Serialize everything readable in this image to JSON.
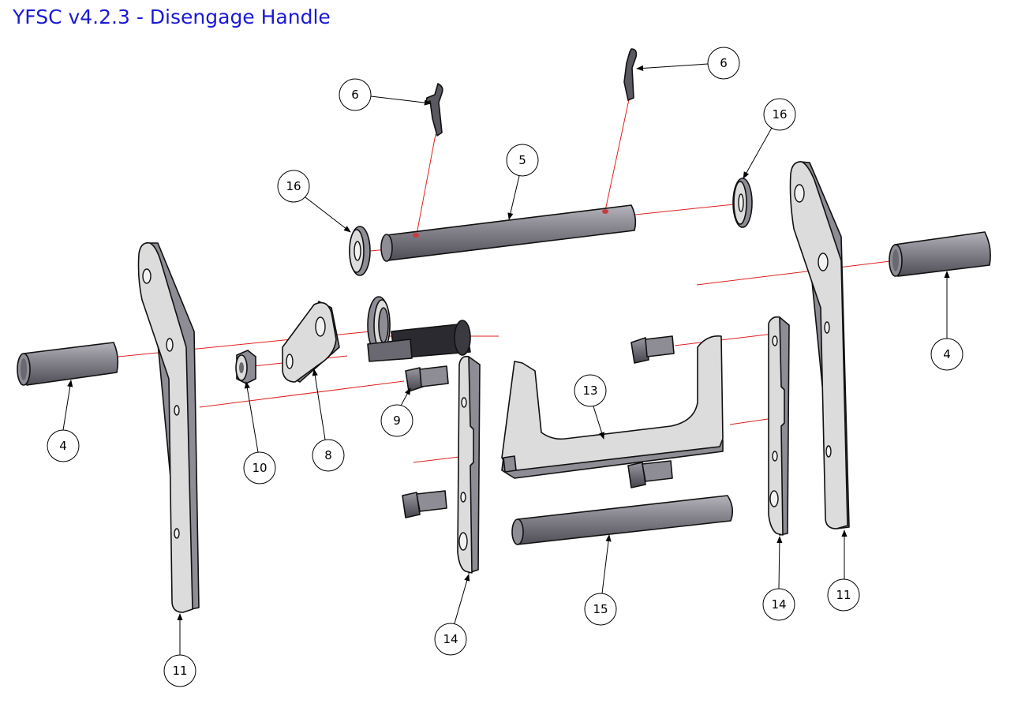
{
  "title": "YFSC v4.2.3 - Disengage Handle",
  "colors": {
    "title": "#1a1ad6",
    "axis_line": "#e02020",
    "part_face": "#dcdcdc",
    "part_side": "#8e8c94",
    "part_dark": "#5a5860",
    "outline": "#111111"
  },
  "balloons": [
    {
      "id": "b-6a",
      "label": "6"
    },
    {
      "id": "b-6b",
      "label": "6"
    },
    {
      "id": "b-16a",
      "label": "16"
    },
    {
      "id": "b-16b",
      "label": "16"
    },
    {
      "id": "b-5",
      "label": "5"
    },
    {
      "id": "b-4a",
      "label": "4"
    },
    {
      "id": "b-4b",
      "label": "4"
    },
    {
      "id": "b-10",
      "label": "10"
    },
    {
      "id": "b-8",
      "label": "8"
    },
    {
      "id": "b-9",
      "label": "9"
    },
    {
      "id": "b-13",
      "label": "13"
    },
    {
      "id": "b-11a",
      "label": "11"
    },
    {
      "id": "b-11b",
      "label": "11"
    },
    {
      "id": "b-14a",
      "label": "14"
    },
    {
      "id": "b-14b",
      "label": "14"
    },
    {
      "id": "b-15",
      "label": "15"
    }
  ]
}
